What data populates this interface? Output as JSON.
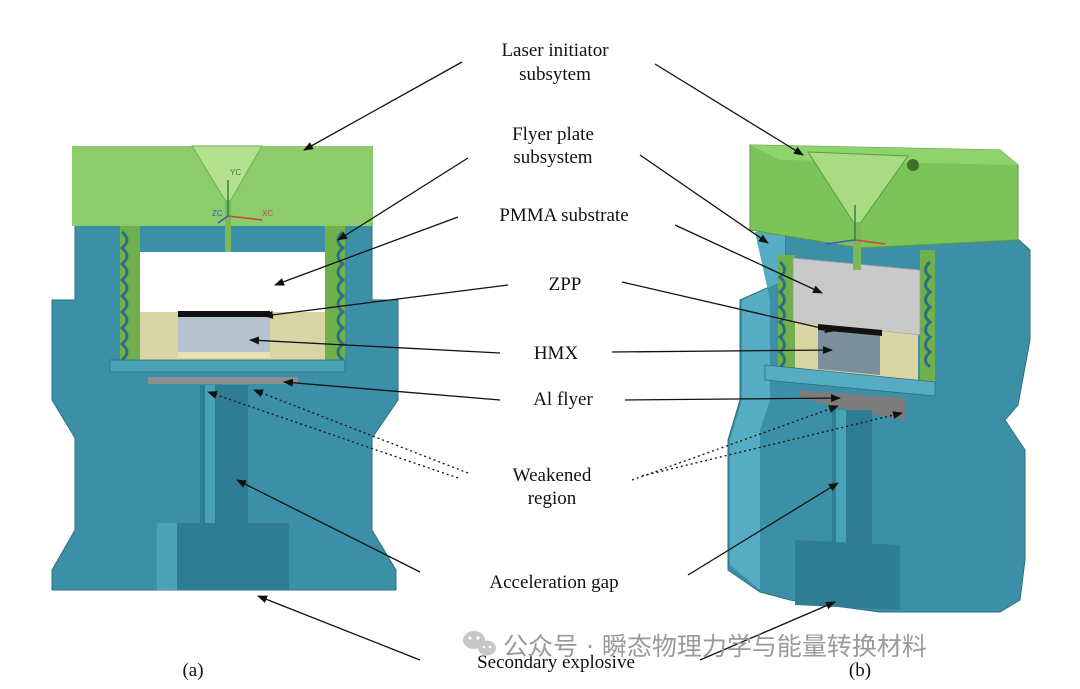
{
  "labels": {
    "laser_initiator": [
      "Laser initiator",
      "subsytem"
    ],
    "flyer_plate": [
      "Flyer plate",
      "subsystem"
    ],
    "pmma": "PMMA substrate",
    "zpp": "ZPP",
    "hmx": "HMX",
    "al_flyer": "Al flyer",
    "weakened": [
      "Weakened",
      "region"
    ],
    "acceleration_gap": "Acceleration gap",
    "secondary_explosive": "Secondary explosive"
  },
  "panels": {
    "a": "(a)",
    "b": "(b)"
  },
  "axes": {
    "yc": "YC",
    "xc": "XC",
    "zc": "ZC"
  },
  "watermark": "公众号 · 瞬态物理力学与能量转换材料",
  "colors": {
    "green": "#8ccc6a",
    "blue": "#3a8fa6",
    "tan": "#d8d3a2",
    "hmx": "#b6c4cc",
    "al": "#8c8c8c"
  }
}
